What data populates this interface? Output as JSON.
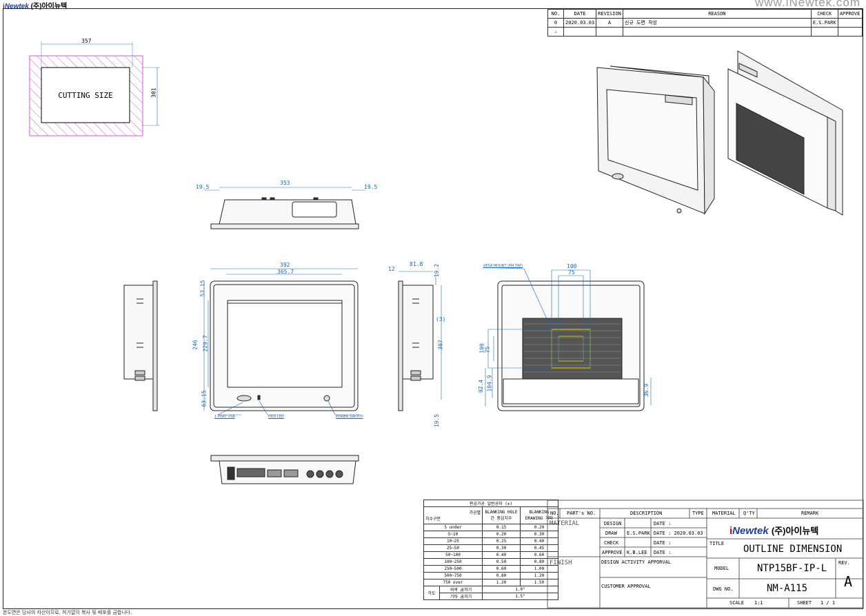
{
  "header": {
    "company_i": "i",
    "company_brand": "Newtek",
    "company_ko": "(주)아이뉴텍",
    "website": "www.iNewtek.com"
  },
  "revision_table": {
    "headers": [
      "NO.",
      "DATE",
      "REVISION",
      "REASON",
      "CHECK",
      "APPROVE"
    ],
    "rows": [
      [
        "0",
        "2020.03.03",
        "A",
        "신규 도면 작성",
        "E.S.PARK",
        ""
      ],
      [
        "⚠",
        "",
        "",
        "",
        "",
        ""
      ]
    ]
  },
  "cutting": {
    "label": "CUTTING SIZE",
    "width": "357",
    "height": "301"
  },
  "top_view": {
    "left_offset": "19.5",
    "width": "353",
    "right_offset": "19.5"
  },
  "front_view": {
    "outer_width": "392",
    "inner_width": "365.7",
    "top_margin": "53.15",
    "height": "246",
    "inner_height": "229.7",
    "bottom_margin": "63.15",
    "labels": {
      "usb": "1 PORT USB",
      "hdd": "HDD LED",
      "power": "POWER SWITCH"
    }
  },
  "side_view": {
    "bezel": "12",
    "depth": "81.8",
    "top": "19.2",
    "mid": "(3)",
    "height": "307",
    "bottom": "19.5"
  },
  "rear_view": {
    "vesa_label": "VESA MOUNT (M4 TAP)",
    "vesa_100": "100",
    "vesa_75": "75",
    "v100": "100",
    "v75": "75",
    "offset_92": "92.4",
    "offset_104": "104.9",
    "offset_right": "36.9"
  },
  "tolerance_table": {
    "title": "판금가공 일반공차 (±)",
    "col1": "가공별",
    "col1b": "치수구분",
    "col2": "BLANKING HOLE간 중심치수",
    "col3": "BLANKING DRAWING 기타",
    "rows": [
      [
        "5 under",
        "0.15",
        "0.20"
      ],
      [
        "5~10",
        "0.20",
        "0.30"
      ],
      [
        "10~25",
        "0.25",
        "0.40"
      ],
      [
        "25~50",
        "0.30",
        "0.45"
      ],
      [
        "50~100",
        "0.40",
        "0.60"
      ],
      [
        "100~250",
        "0.50",
        "0.80"
      ],
      [
        "250~500",
        "0.60",
        "1.00"
      ],
      [
        "500~750",
        "0.80",
        "1.20"
      ],
      [
        "750 over",
        "1.20",
        "1.50"
      ]
    ],
    "angle_label": "각도",
    "angle_rows": [
      [
        "외곽 굽히기",
        "1.0°"
      ],
      [
        "기타 굽히기",
        "1.5°"
      ]
    ]
  },
  "title_block": {
    "no": "NO.",
    "part_no": "PART's NO.",
    "description": "DESCRIPTION",
    "type": "TYPE",
    "material_h": "MATERIAL",
    "qty": "Q'TY",
    "remark": "REMARK",
    "material": "MATERIAL",
    "finish": "FINISH",
    "design": "DESIGN",
    "draw": "DRAW",
    "drawer": "E.S.PARK",
    "check": "CHECK",
    "approve": "APPROVE",
    "approver": "K.B.LEE",
    "date_lbl": "DATE :",
    "draw_date": "DATE :  2020.03.03",
    "design_activity": "DESIGN ACTIVITY APPORVAL",
    "customer_approval": "CUSTOMER APPROVAL",
    "title_lbl": "TITLE",
    "title": "OUTLINE DIMENSION",
    "model_lbl": "MODEL",
    "model": "NTP15BF-IP-L",
    "rev_lbl": "REV.",
    "rev": "A",
    "dwg_lbl": "DWG NO.",
    "dwg": "NM-A115",
    "scale_lbl": "SCALE",
    "scale": "1:1",
    "sheet_lbl": "SHEET",
    "sheet": "1   /   1"
  },
  "footer": {
    "note": "본도면은 당사의 자산이므로, 허가없이 복사 및 배포를 금합니다."
  }
}
